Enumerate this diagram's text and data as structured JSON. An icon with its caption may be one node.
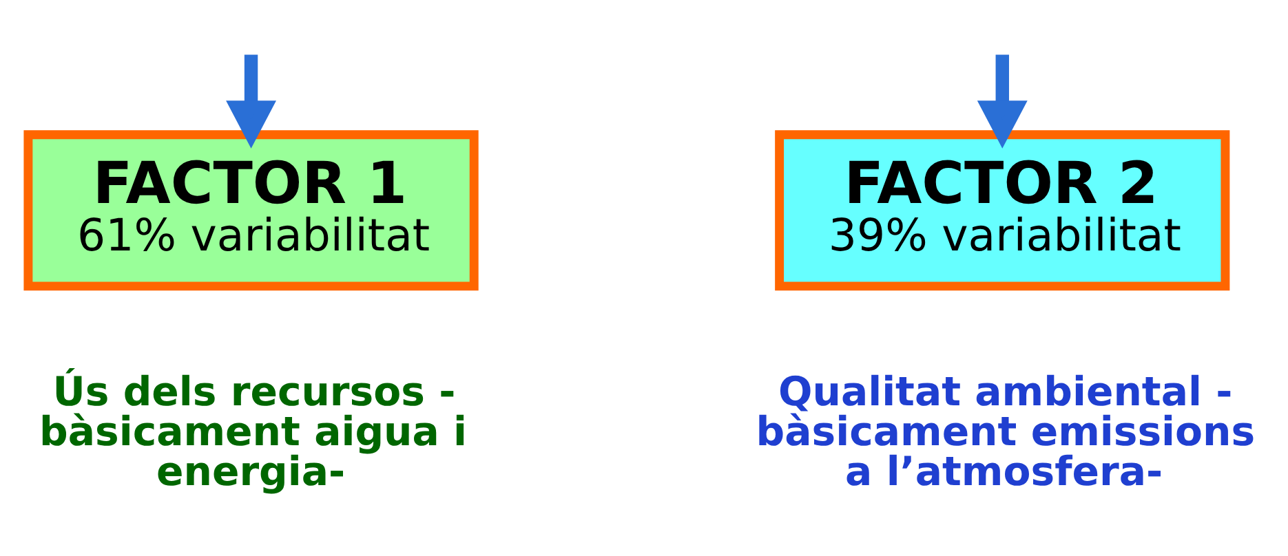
{
  "diagram": {
    "nodes": [
      {
        "text": [
          "FACTOR 1",
          "61% variabilitat"
        ],
        "beside": [
          "Ús dels recursos - bàsicament aigua i energia-"
        ]
      },
      {
        "text": [
          "FACTOR 2",
          "39% variabilitat"
        ],
        "beside": [
          "Qualitat ambiental - bàsicament emissions a l’atmosfera-"
        ]
      }
    ],
    "edges": [
      {
        "from": null,
        "to": 0,
        "arrow": "to"
      },
      {
        "from": null,
        "to": 1,
        "arrow": "to"
      }
    ]
  }
}
